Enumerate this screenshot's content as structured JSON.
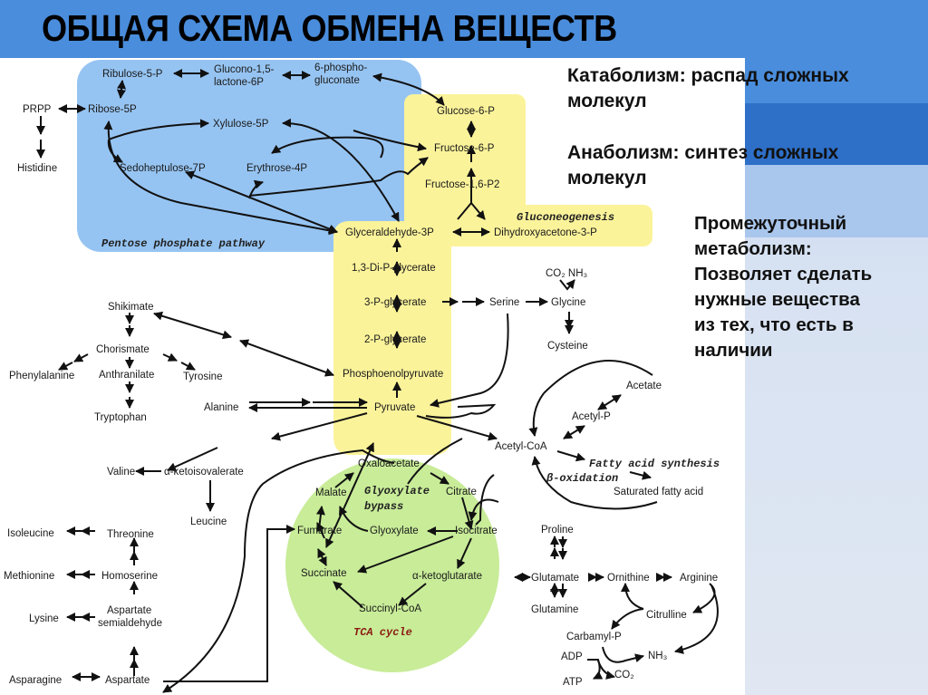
{
  "slide": {
    "title": "ОБЩАЯ СХЕМА ОБМЕНА ВЕЩЕСТВ",
    "catabolism": [
      "Катаболизм: распад сложных",
      "молекул"
    ],
    "anabolism": [
      "Анаболизм: синтез сложных",
      "молекул"
    ],
    "intermediate": [
      "Промежуточный",
      "метаболизм:",
      "Позволяет сделать",
      "нужные вещества",
      "из тех, что есть в",
      "наличии"
    ]
  },
  "colors": {
    "header_blue": "#4a8ddc",
    "pentose_region": "#96c4f2",
    "glycolysis_region": "#fbf39a",
    "tca_region": "#c8ec98"
  },
  "regions": {
    "pentose": "Pentose phosphate pathway",
    "gluconeogenesis": "Gluconeogenesis",
    "glyoxylate": [
      "Glyoxylate",
      "bypass"
    ],
    "tca": "TCA cycle",
    "fatty_acid_synthesis": "Fatty acid synthesis",
    "beta_oxidation": "β-oxidation"
  },
  "metabolites": {
    "ribulose5p": "Ribulose-5-P",
    "gluconolactone": [
      "Glucono-1,5-",
      "lactone-6P"
    ],
    "phosphogluconate": [
      "6-phospho-",
      "gluconate"
    ],
    "prpp": "PRPP",
    "ribose5p": "Ribose-5P",
    "histidine": "Histidine",
    "xylulose5p": "Xylulose-5P",
    "sedoheptulose7p": "Sedoheptulose-7P",
    "erythrose4p": "Erythrose-4P",
    "glucose6p": "Glucose-6-P",
    "fructose6p": "Fructose-6-P",
    "fructose16p2": "Fructose-1,6-P2",
    "glyceraldehyde3p": "Glyceraldehyde-3P",
    "dhap": "Dihydroxyacetone-3-P",
    "dipglycerate": "1,3-Di-P-glycerate",
    "pglycerate3": "3-P-glycerate",
    "pglycerate2": "2-P-glycerate",
    "pep": "Phosphoenolpyruvate",
    "pyruvate": "Pyruvate",
    "serine": "Serine",
    "glycine": "Glycine",
    "cysteine": "Cysteine",
    "co2_nh3": "CO₂  NH₃",
    "shikimate": "Shikimate",
    "chorismate": "Chorismate",
    "phenylalanine": "Phenylalanine",
    "anthranilate": "Anthranilate",
    "tyrosine": "Tyrosine",
    "tryptophan": "Tryptophan",
    "alanine": "Alanine",
    "acetate": "Acetate",
    "acetylp": "Acetyl-P",
    "acetylcoa": "Acetyl-CoA",
    "saturated_fa": "Saturated fatty acid",
    "valine": "Valine",
    "ketoisovalerate": "α-ketoisovalerate",
    "leucine": "Leucine",
    "isoleucine": "Isoleucine",
    "threonine": "Threonine",
    "methionine": "Methionine",
    "homoserine": "Homoserine",
    "lysine": "Lysine",
    "aspartate_semialdehyde": [
      "Aspartate",
      "semialdehyde"
    ],
    "asparagine": "Asparagine",
    "aspartate": "Aspartate",
    "oxaloacetate": "Oxaloacetate",
    "malate": "Malate",
    "citrate": "Citrate",
    "fumarate": "Fumarate",
    "glyoxylate": "Glyoxylate",
    "isocitrate": "Isocitrate",
    "succinate": "Succinate",
    "ketoglutarate": "α-ketoglutarate",
    "succinylcoa": "Succinyl-CoA",
    "proline": "Proline",
    "glutamate": "Glutamate",
    "glutamine": "Glutamine",
    "ornithine": "Ornithine",
    "arginine": "Arginine",
    "citrulline": "Citrulline",
    "carbamylp": "Carbamyl-P",
    "adp": "ADP",
    "atp": "ATP",
    "nh3": "NH₃",
    "co2": "CO₂"
  }
}
